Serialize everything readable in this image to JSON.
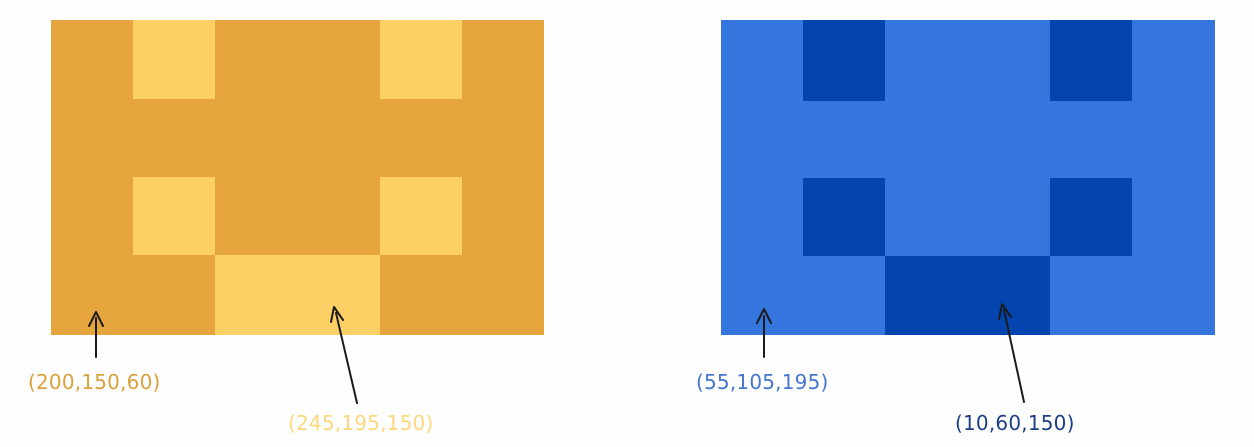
{
  "colors": {
    "orange_background": "#e5a53c",
    "orange_pixel": "#fdd066",
    "blue_background": "#3476dd",
    "blue_pixel": "#0344af",
    "orange_label_bg": "#daa23c",
    "orange_label_px": "#fcd87d",
    "blue_label_bg": "#4577cd",
    "blue_label_px": "#1d3f85",
    "arrow": "#1b1b1b"
  },
  "annotations": {
    "orange_background_rgb": "(200,150,60)",
    "orange_pixel_rgb": "(245,195,150)",
    "blue_background_rgb": "(55,105,195)",
    "blue_pixel_rgb": "(10,60,150)"
  }
}
